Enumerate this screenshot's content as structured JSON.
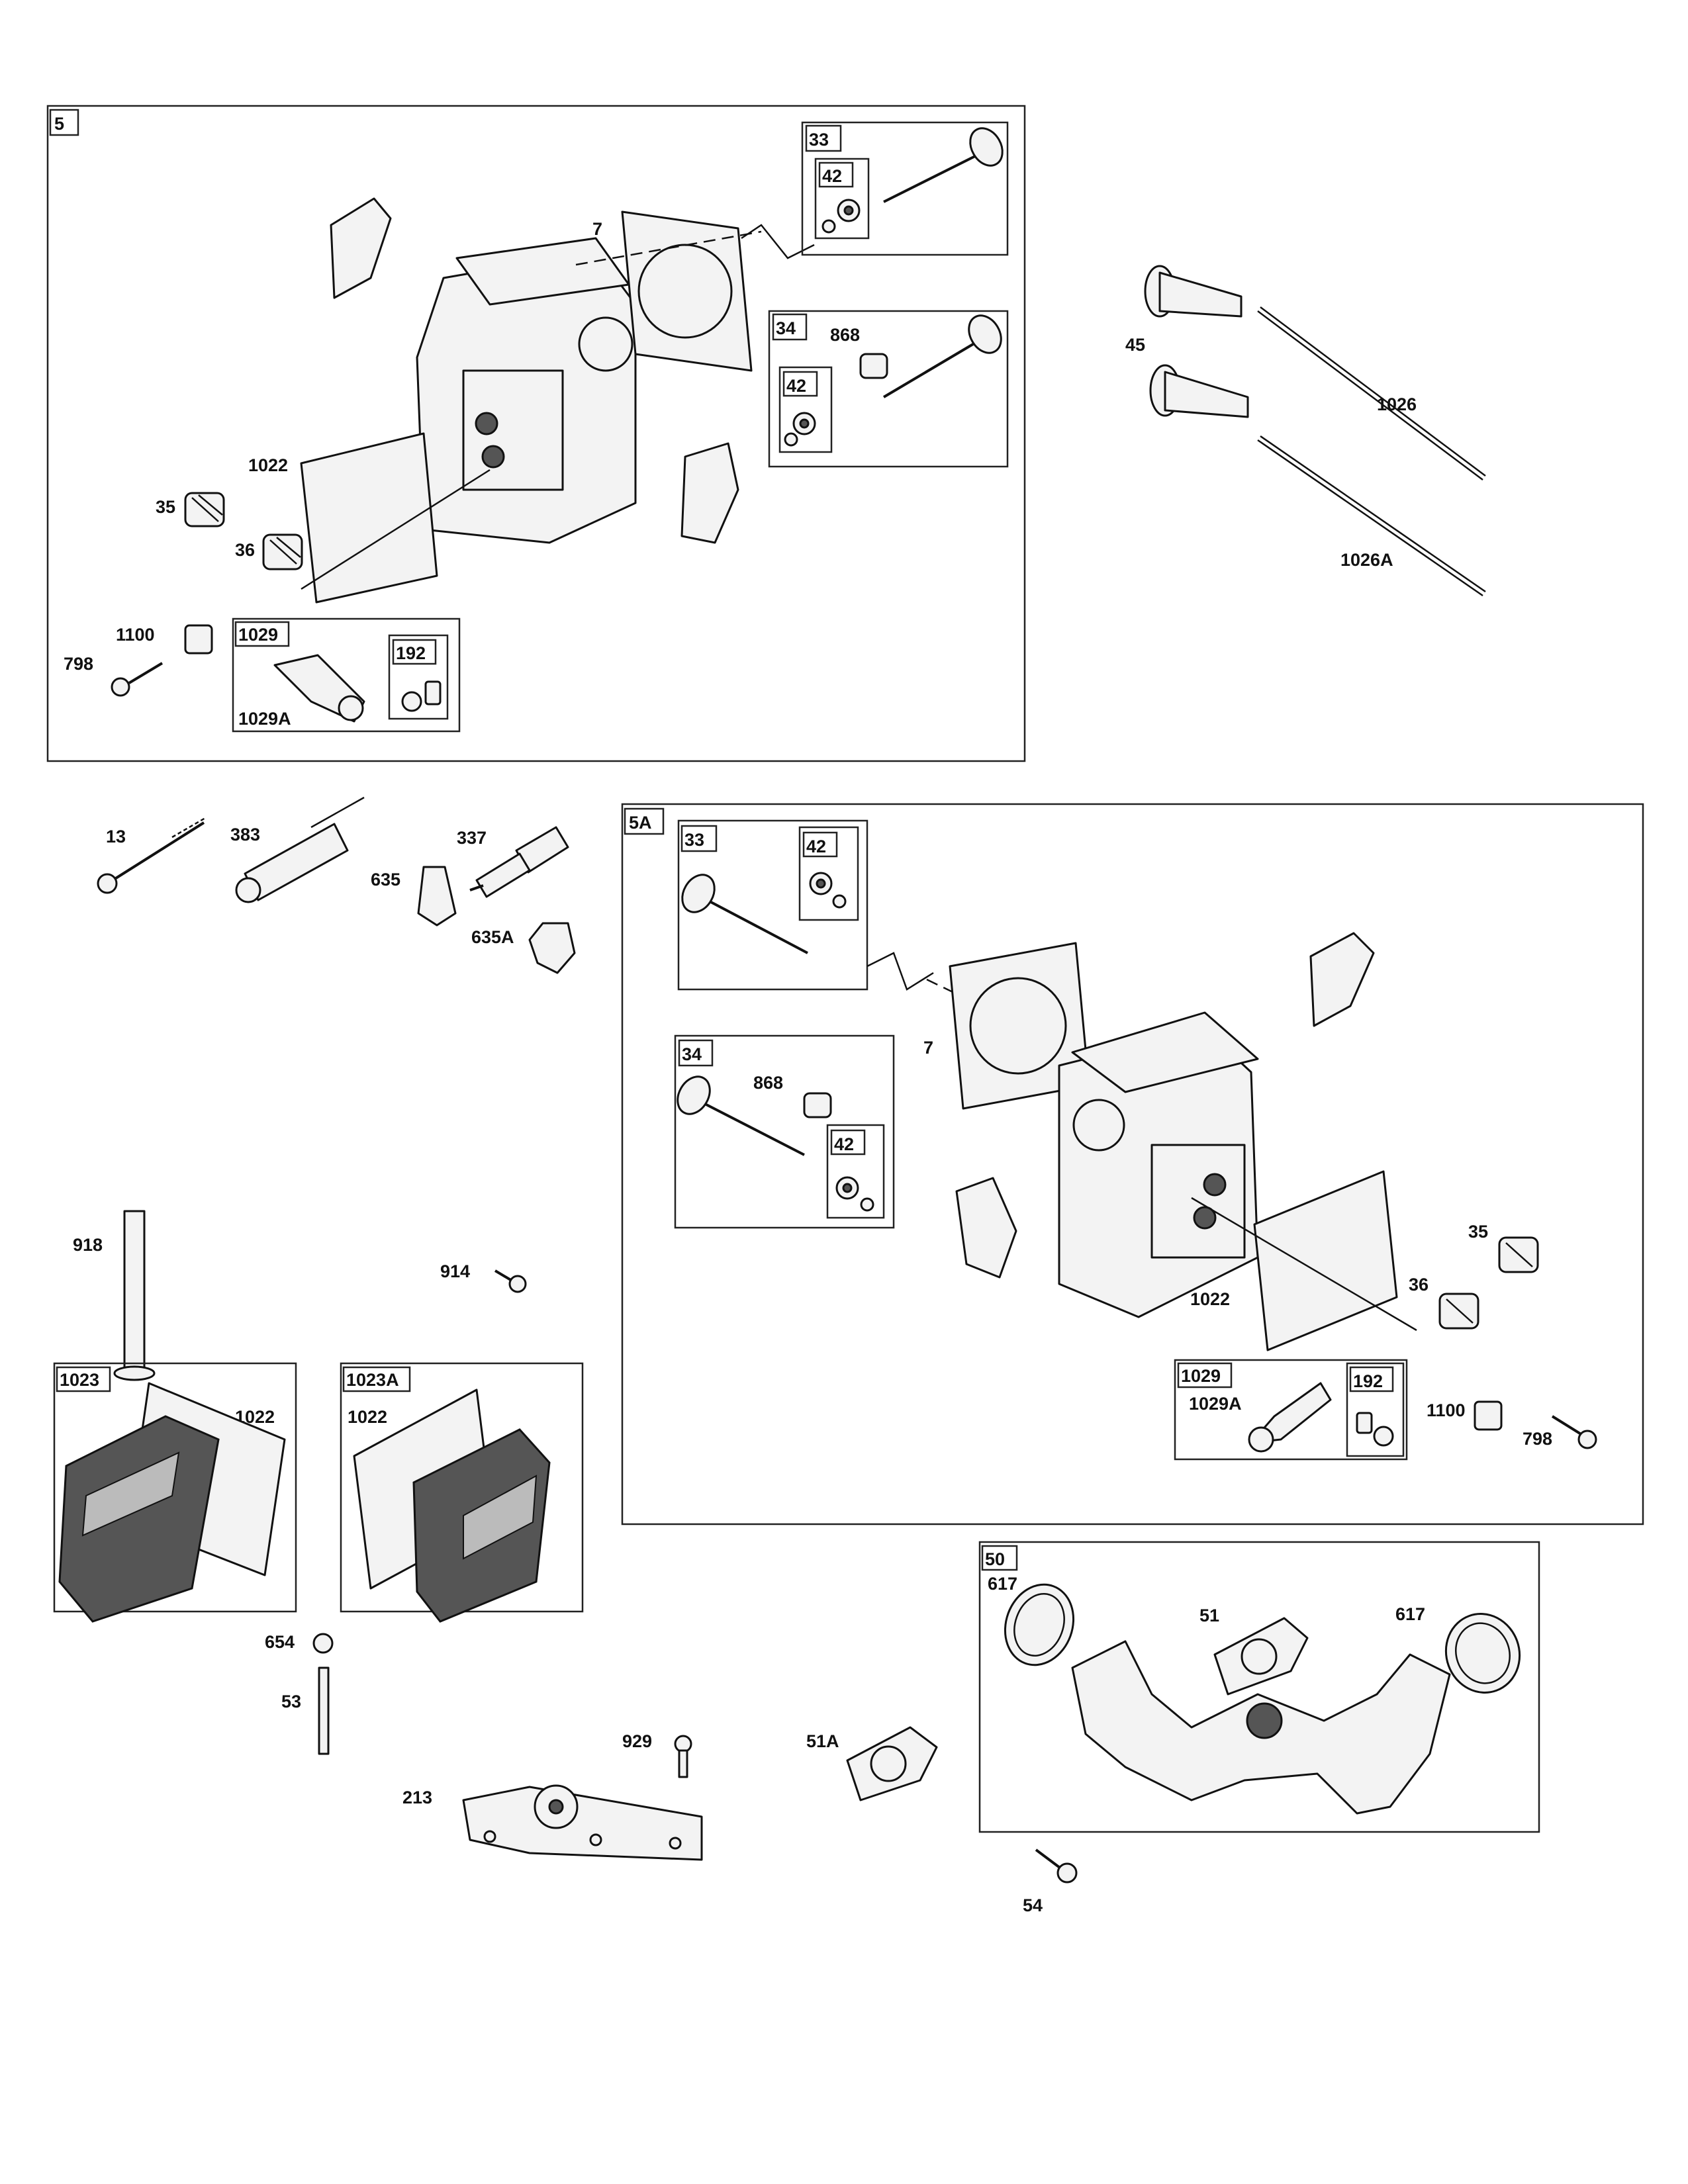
{
  "groups": {
    "g5": "5",
    "g5a": "5A",
    "g33": "33",
    "g34": "34",
    "g42": "42",
    "g1029": "1029",
    "g192": "192",
    "g1023": "1023",
    "g1023a": "1023A",
    "g50": "50"
  },
  "parts": {
    "p7": "7",
    "p868": "868",
    "p45": "45",
    "p1026": "1026",
    "p1026a": "1026A",
    "p1022": "1022",
    "p35": "35",
    "p36": "36",
    "p1100": "1100",
    "p798": "798",
    "p1029a": "1029A",
    "p13": "13",
    "p383": "383",
    "p337": "337",
    "p635": "635",
    "p635a": "635A",
    "p918": "918",
    "p914": "914",
    "p654": "654",
    "p53": "53",
    "p929": "929",
    "p213": "213",
    "p51a": "51A",
    "p51": "51",
    "p617": "617",
    "p54": "54"
  }
}
